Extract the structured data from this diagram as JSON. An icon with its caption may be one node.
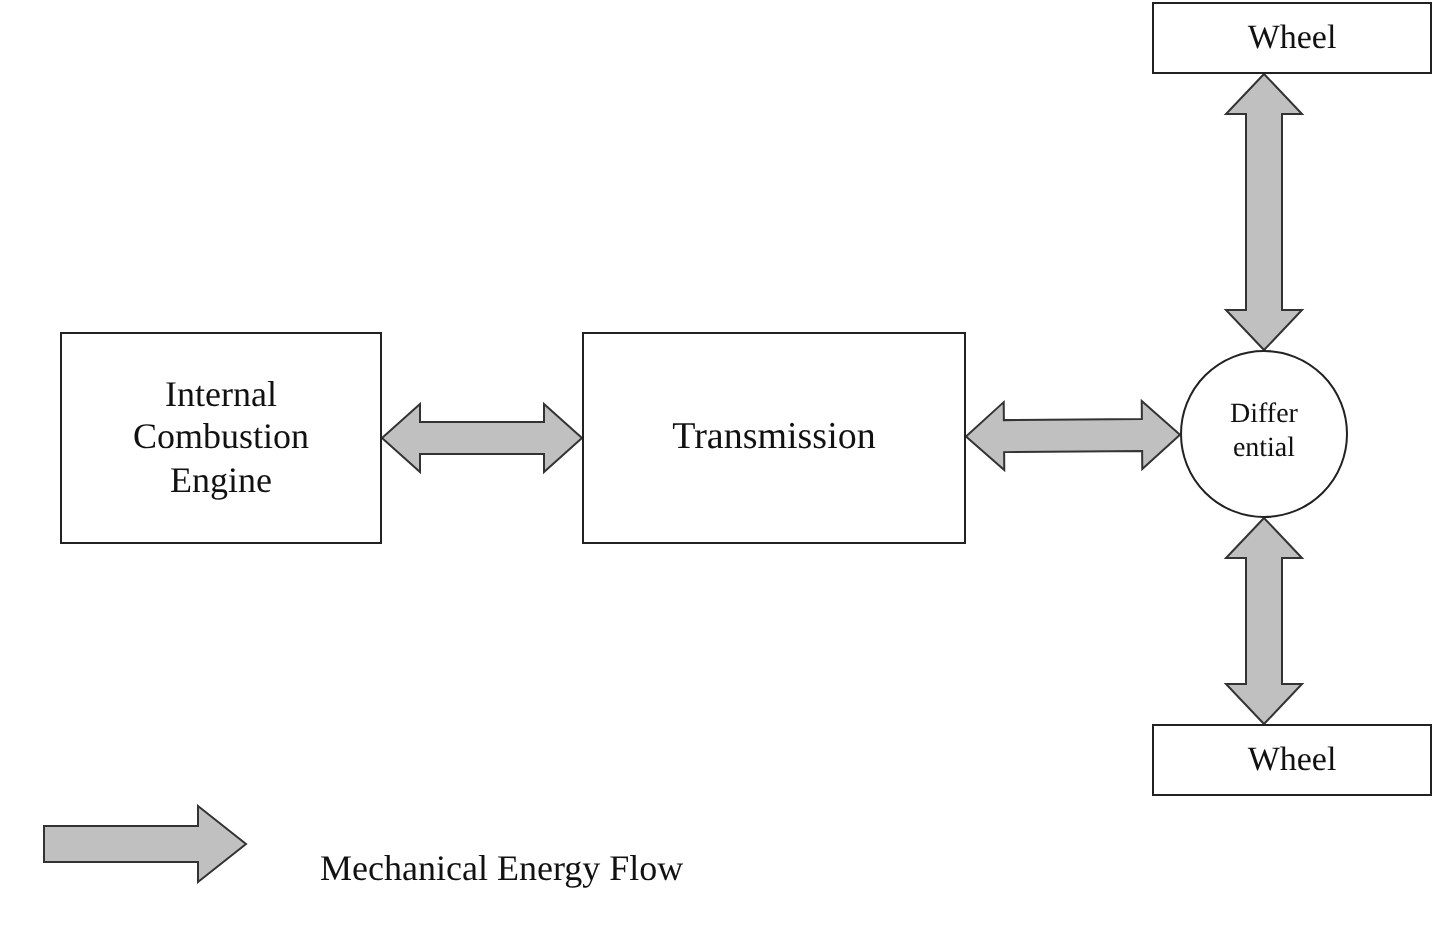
{
  "diagram": {
    "nodes": [
      {
        "text": [
          "Internal Combustion Engine"
        ]
      },
      {
        "text": [
          "Transmission"
        ]
      },
      {
        "text": [
          "Differ ential"
        ]
      },
      {
        "text": [
          "Wheel"
        ]
      },
      {
        "text": [
          "Wheel"
        ]
      }
    ],
    "edges": [
      {
        "from": 0,
        "to": 1,
        "arrow": "both"
      },
      {
        "from": 1,
        "to": 2,
        "arrow": "both"
      },
      {
        "from": 2,
        "to": 3,
        "arrow": "both"
      },
      {
        "from": 2,
        "to": 4,
        "arrow": "both"
      }
    ],
    "legend": [
      {
        "text": "Mechanical Energy Flow"
      }
    ]
  }
}
